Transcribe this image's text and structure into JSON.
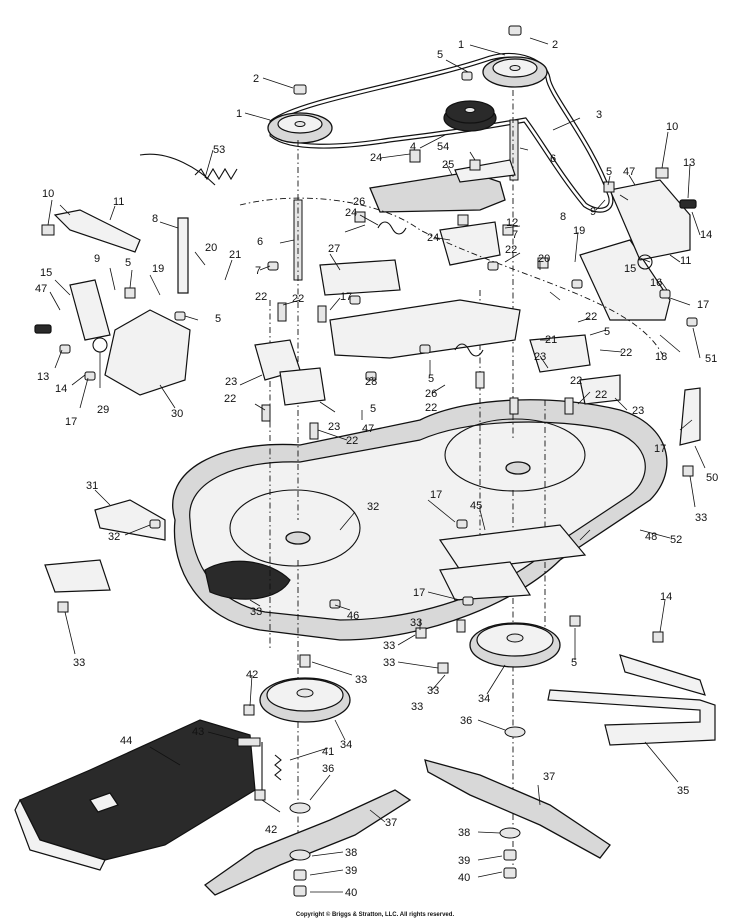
{
  "copyright": "Copyright © Briggs & Stratton, LLC. All rights reserved.",
  "callouts": [
    "1",
    "2",
    "3",
    "4",
    "5",
    "6",
    "7",
    "8",
    "9",
    "10",
    "11",
    "12",
    "13",
    "14",
    "15",
    "16",
    "17",
    "18",
    "19",
    "20",
    "21",
    "22",
    "23",
    "24",
    "25",
    "26",
    "27",
    "28",
    "29",
    "30",
    "31",
    "32",
    "33",
    "34",
    "35",
    "36",
    "37",
    "38",
    "39",
    "40",
    "41",
    "42",
    "43",
    "44",
    "45",
    "46",
    "47",
    "48",
    "50",
    "51",
    "52",
    "53",
    "54"
  ]
}
